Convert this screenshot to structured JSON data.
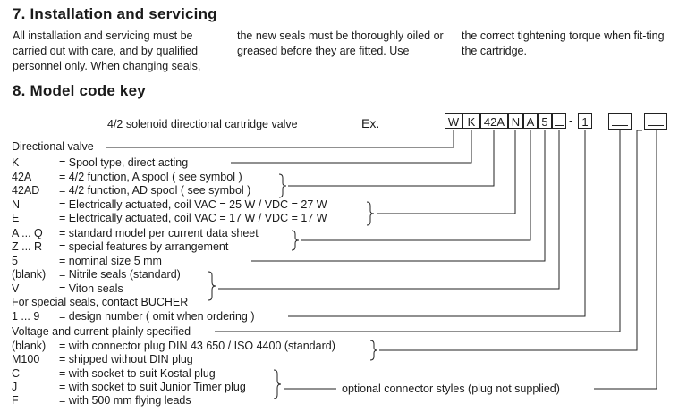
{
  "section7": {
    "title": "7.  Installation and servicing",
    "col1": "All installation and servicing  must be carried out with care, and by qualified personnel only. When changing seals,",
    "col2": "the new seals must be thoroughly oiled or greased before they are fitted. Use",
    "col3": "the correct tightening torque when fit-ting the cartridge."
  },
  "section8": {
    "title": "8.  Model code key",
    "product": "4/2 solenoid directional cartridge valve",
    "example_label": "Ex.",
    "code_boxes": [
      "W",
      "K",
      "42A",
      "N",
      "A",
      "5",
      "",
      "1",
      "",
      ""
    ],
    "dash": "-",
    "rows": [
      {
        "key": "Directional valve",
        "desc": ""
      },
      {
        "key": "K",
        "desc": "= Spool type, direct acting"
      },
      {
        "key": "42A",
        "desc": "= 4/2 function, A spool  ( see symbol )"
      },
      {
        "key": "42AD",
        "desc": "= 4/2 function, AD spool  ( see symbol )"
      },
      {
        "key": "N",
        "desc": "= Electrically actuated, coil VAC = 25 W  /  VDC = 27 W"
      },
      {
        "key": "E",
        "desc": "= Electrically actuated, coil VAC = 17 W  /  VDC = 17 W"
      },
      {
        "key": "A ... Q",
        "desc": "= standard model per current data sheet"
      },
      {
        "key": "Z ... R",
        "desc": "= special features by arrangement"
      },
      {
        "key": "5",
        "desc": "= nominal size 5 mm"
      },
      {
        "key": "(blank)",
        "desc": "= Nitrile seals (standard)"
      },
      {
        "key": "V",
        "desc": "= Viton seals"
      },
      {
        "key": "For special seals, contact BUCHER",
        "desc": ""
      },
      {
        "key": "1 ... 9",
        "desc": "= design number  ( omit when ordering )"
      },
      {
        "key": "Voltage and current plainly specified",
        "desc": ""
      },
      {
        "key": "(blank)",
        "desc": "= with connector plug DIN 43 650 / ISO 4400 (standard)"
      },
      {
        "key": "M100",
        "desc": "= shipped without DIN plug"
      },
      {
        "key": "C",
        "desc": "= with socket to suit Kostal plug"
      },
      {
        "key": "J",
        "desc": "= with socket to suit Junior Timer plug"
      },
      {
        "key": "F",
        "desc": "= with 500 mm flying leads"
      }
    ],
    "connector_note": "optional connector styles (plug not supplied)"
  }
}
